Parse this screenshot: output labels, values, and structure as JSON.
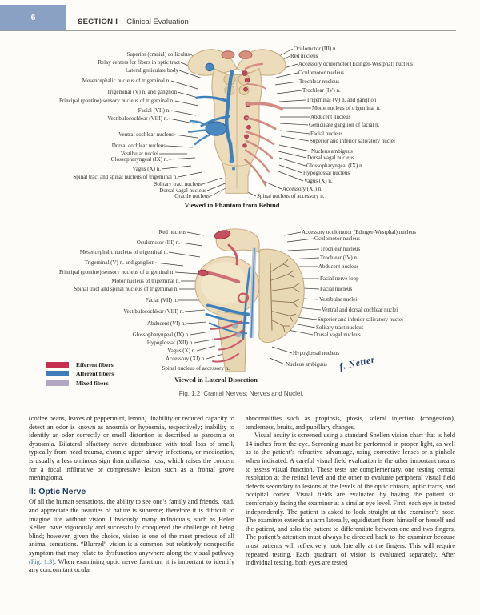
{
  "header": {
    "page_number": "6",
    "section": "SECTION I",
    "title": "Clinical Evaluation"
  },
  "figure1": {
    "caption": "Viewed in Phantom from Behind",
    "left_labels": [
      "Superior (cranial) colliculus",
      "Relay centers for fibers in optic tract",
      "Lateral geniculate body",
      "Mesencephalic nucleus of trigeminal n.",
      "Trigeminal (V) n. and ganglion",
      "Principal (pontine) sensory nucleus of trigeminal n.",
      "Facial (VII) n.",
      "Vestibulocochlear (VIII) n.",
      "Ventral cochlear nucleus",
      "Dorsal cochlear nucleus",
      "Vestibular nuclei",
      "Glossopharyngeal (IX) n.",
      "Vagus (X) n.",
      "Spinal tract and spinal nucleus of trigeminal n.",
      "Solitary tract nucleus",
      "Dorsal vagal nucleus",
      "Gracile nucleus"
    ],
    "right_labels": [
      "Oculomotor (III) n.",
      "Red nucleus",
      "Accessory oculomotor (Edinger-Westphal) nucleus",
      "Oculomotor nucleus",
      "Trochlear nucleus",
      "Trochlear (IV) n.",
      "Trigeminal (V) n. and ganglion",
      "Motor nucleus of trigeminal n.",
      "Abducent nucleus",
      "Geniculate ganglion of facial n.",
      "Facial nucleus",
      "Superior and inferior salivatory nuclei",
      "Nucleus ambiguus",
      "Dorsal vagal nucleus",
      "Glossopharyngeal (IX) n.",
      "Hypoglossal nucleus",
      "Vagus (X) n.",
      "Accessory (XI) n.",
      "Spinal nucleus of accessory n."
    ]
  },
  "figure2": {
    "caption": "Viewed in Lateral Dissection",
    "signature": "f. Netter",
    "left_labels": [
      "Red nucleus",
      "Oculomotor (III) n.",
      "Mesencephalic nucleus of trigeminal n.",
      "Trigeminal (V) n. and ganglion",
      "Principal (pontine) sensory nucleus of trigeminal n.",
      "Motor nucleus of trigeminal n.",
      "Spinal tract and spinal nucleus of trigeminal n.",
      "Facial (VII) n.",
      "Vestibulocochlear (VIII) n.",
      "Abducent (VI) n.",
      "Glossopharyngeal (IX) n.",
      "Hypoglossal (XII) n.",
      "Vagus (X) n.",
      "Accessory (XI) n.",
      "Spinal nucleus of accessory n."
    ],
    "right_labels": [
      "Accessory oculomotor (Edinger-Westphal) nucleus",
      "Oculomotor nucleus",
      "Trochlear nucleus",
      "Trochlear (IV) n.",
      "Abducent nucleus",
      "Facial nerve loop",
      "Facial nucleus",
      "Vestibular nuclei",
      "Ventral and dorsal cochlear nuclei",
      "Superior and inferior salivatory nuclei",
      "Solitary tract nucleus",
      "Dorsal vagal nucleus",
      "Hypoglossal nucleus",
      "Nucleus ambiguus"
    ]
  },
  "legend": {
    "items": [
      {
        "label": "Efferent fibers",
        "color": "#c62f4f"
      },
      {
        "label": "Afferent fibers",
        "color": "#3f7cba"
      },
      {
        "label": "Mixed fibers",
        "color": "#b2a6c0"
      }
    ]
  },
  "figure_caption": {
    "label": "Fig. 1.2",
    "text": "Cranial Nerves: Nerves and Nuclei."
  },
  "article": {
    "left_col": {
      "para1": "(coffee beans, leaves of peppermint, lemon). Inability or reduced capacity to detect an odor is known as anosmia or hyposmia, respectively; inability to identify an odor correctly or smell distortion is described as parosmia or dysosmia. Bilateral olfactory nerve disturbance with total loss of smell, typically from head trauma, chronic upper airway infections, or medication, is usually a less ominous sign than unilateral loss, which raises the concern for a focal infiltrative or compressive lesion such as a frontal grove meningioma.",
      "heading": "II: Optic Nerve",
      "para2_before": "Of all the human sensations, the ability to see one’s family and friends, read, and appreciate the beauties of nature is supreme; therefore it is difficult to imagine life without vision. Obviously, many individuals, such as Helen Keller, have vigorously and successfully conquered the challenge of being blind; however, given the choice, vision is one of the most precious of all animal sensations. “Blurred” vision is a common but relatively nonspecific symptom that may relate to dysfunction anywhere along the visual pathway ",
      "para2_link": "(Fig. 1.3)",
      "para2_after": ". When examining optic nerve function, it is important to identify any concomitant ocular"
    },
    "right_col": {
      "para1": "abnormalities such as proptosis, ptosis, scleral injection (congestion), tenderness, bruits, and pupillary changes.",
      "para2": "Visual acuity is screened using a standard Snellen vision chart that is held 14 inches from the eye. Screening must be performed in proper light, as well as to the patient’s refractive advantage, using corrective lenses or a pinhole when indicated. A careful visual field evaluation is the other important means to assess visual function. These tests are complementary, one testing central resolution at the retinal level and the other to evaluate peripheral visual field defects secondary to lesions at the levels of the optic chiasm, optic tracts, and occipital cortex. Visual fields are evaluated by having the patient sit comfortably facing the examiner at a similar eye level. First, each eye is tested independently. The patient is asked to look straight at the examiner’s nose. The examiner extends an arm laterally, equidistant from himself or herself and the patient, and asks the patient to differentiate between one and two fingers. The patient’s attention must always be directed back to the examiner because most patients will reflexively look laterally at the fingers. This will require repeated testing. Each quadrant of vision is evaluated separately. After individual testing, both eyes are tested"
    }
  }
}
